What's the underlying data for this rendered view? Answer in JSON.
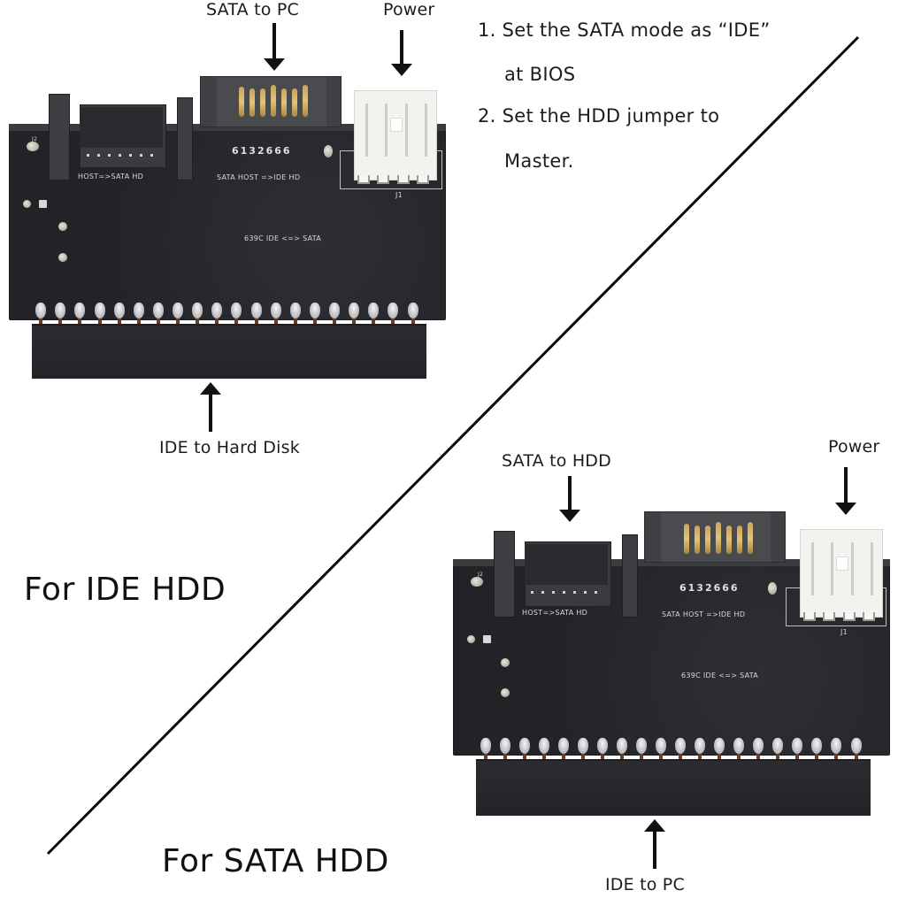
{
  "instructions": {
    "step1_line1": "1. Set the SATA mode as “IDE”",
    "step1_line2": "at BIOS",
    "step2_line1": "2. Set the HDD jumper to",
    "step2_line2": "Master."
  },
  "top_panel": {
    "title": "For IDE HDD",
    "labels": {
      "sata_port": "SATA to PC",
      "power": "Power",
      "ide_port": "IDE to Hard Disk"
    }
  },
  "bottom_panel": {
    "title": "For SATA HDD",
    "labels": {
      "sata_port": "SATA to HDD",
      "power": "Power",
      "ide_port": "IDE to PC"
    }
  },
  "board_silkscreen": {
    "left_connector": "HOST=>SATA HD",
    "center_connector": "SATA HOST =>IDE HD",
    "chip": "639C IDE <=> SATA",
    "power_connector": "J1",
    "corner_ref": "J2",
    "component_marks": "6132666"
  },
  "colors": {
    "pcb": "#25262a",
    "gold_contacts": "#d4b36a",
    "molex_connector": "#f3f2ee",
    "text": "#1c1c1c",
    "divider_line": "#000000"
  }
}
